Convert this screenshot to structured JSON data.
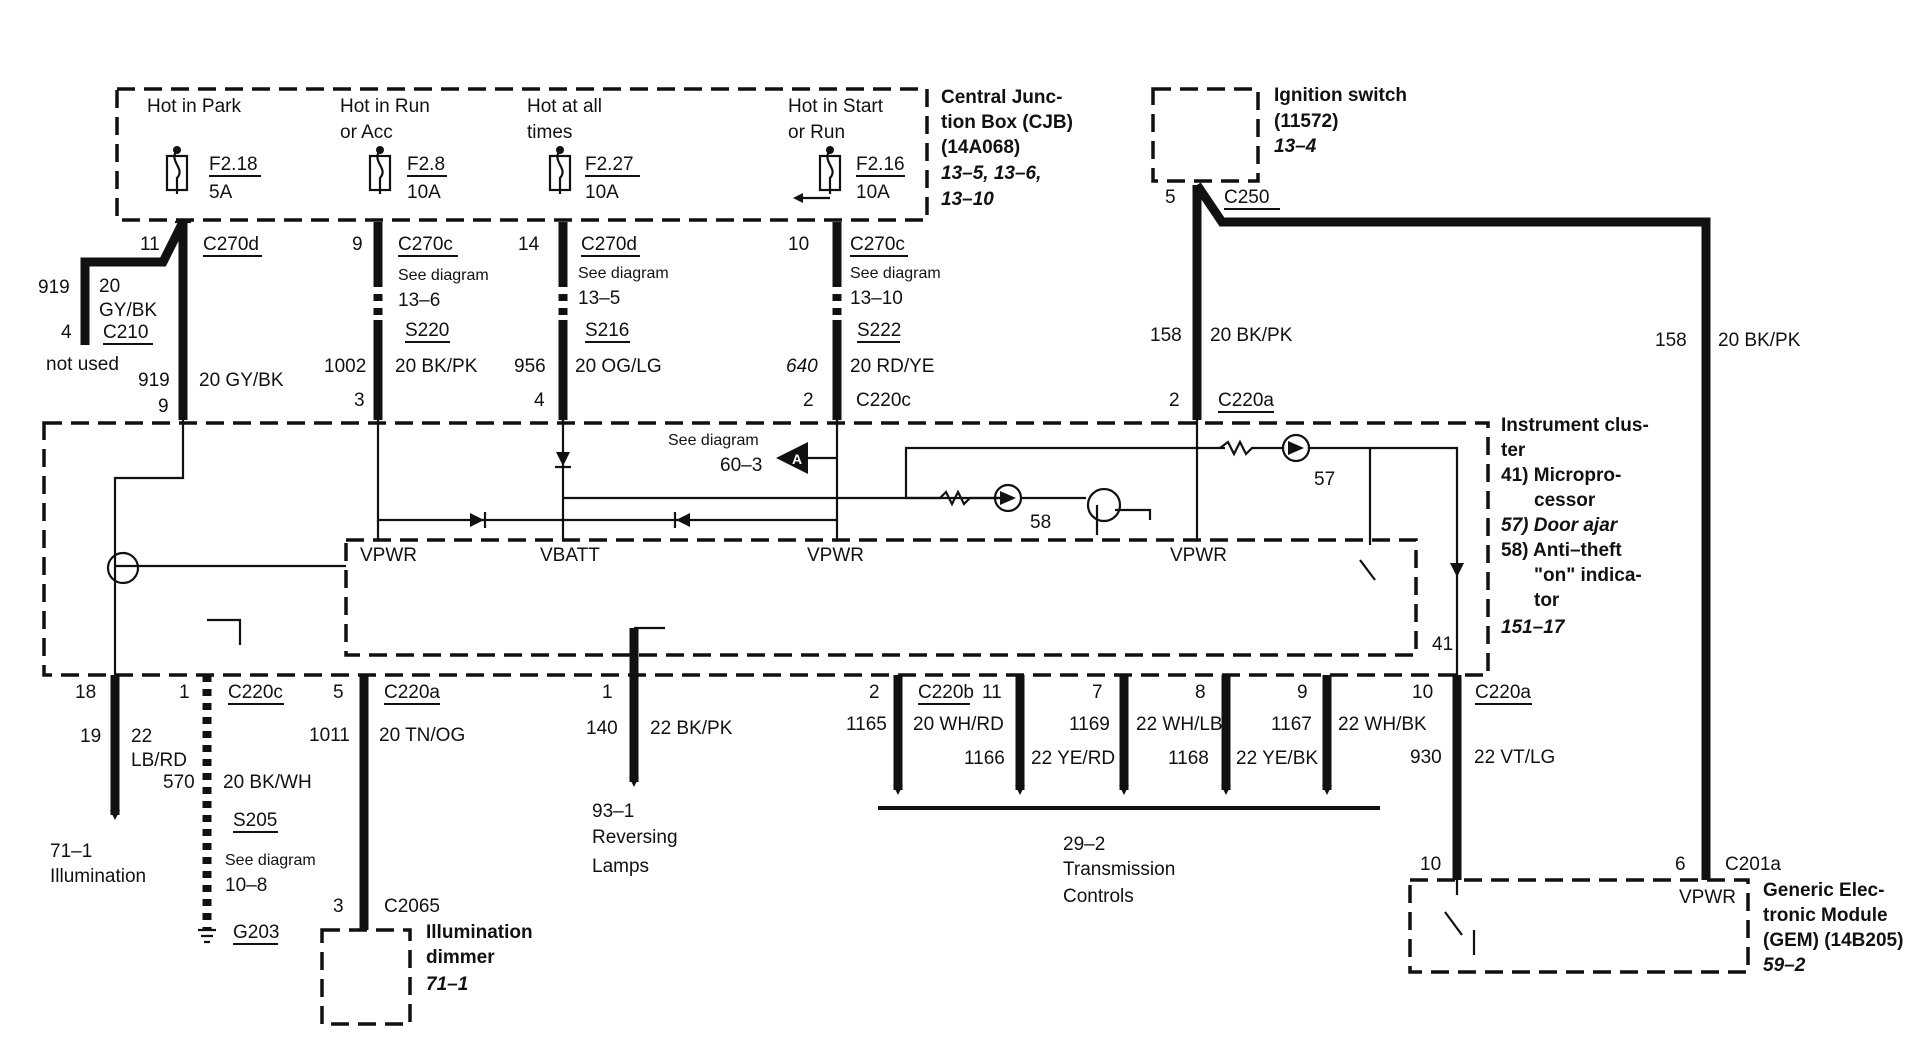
{
  "cjb": {
    "label_lines": [
      "Central Junc-",
      "tion Box (CJB)",
      "(14A068)"
    ],
    "refs_lines": [
      "13–5, 13–6,",
      "13–10"
    ],
    "fuses": [
      {
        "hot_lines": [
          "Hot in Park"
        ],
        "name": "F2.18",
        "amps": "5A"
      },
      {
        "hot_lines": [
          "Hot in Run",
          "or Acc"
        ],
        "name": "F2.8",
        "amps": "10A"
      },
      {
        "hot_lines": [
          "Hot at all",
          "times"
        ],
        "name": "F2.27",
        "amps": "10A"
      },
      {
        "hot_lines": [
          "Hot in Start",
          "or Run"
        ],
        "name": "F2.16",
        "amps": "10A"
      }
    ]
  },
  "ignition": {
    "label_lines": [
      "Ignition switch",
      "(11572)"
    ],
    "ref": "13–4"
  },
  "upper_circuits": [
    {
      "pin_top": "11",
      "conn_top": "C270d",
      "wire": "919",
      "gauge_color": "20 GY/BK",
      "pin_bottom": "9"
    },
    {
      "pin_top": "9",
      "conn_top": "C270c",
      "see_lines": [
        "See diagram",
        "13–6"
      ],
      "splice": "S220",
      "wire": "1002",
      "gauge_color": "20 BK/PK",
      "pin_bottom": "3"
    },
    {
      "pin_top": "14",
      "conn_top": "C270d",
      "see_lines": [
        "See diagram",
        "13–5"
      ],
      "splice": "S216",
      "wire": "956",
      "gauge_color": "20 OG/LG",
      "pin_bottom": "4"
    },
    {
      "pin_top": "10",
      "conn_top": "C270c",
      "see_lines": [
        "See diagram",
        "13–10"
      ],
      "splice": "S222",
      "wire": "640",
      "gauge_color": "20 RD/YE",
      "pin_bottom": "2",
      "conn_bottom": "C220c"
    }
  ],
  "branch_919": {
    "wire": "919",
    "gauge": "20",
    "color": "GY/BK",
    "pin": "4",
    "conn": "C210",
    "note": "not used"
  },
  "ign_circuit": {
    "pin_top": "5",
    "conn_top": "C250",
    "wire": "158",
    "gauge_color": "20 BK/PK",
    "pin_bottom": "2",
    "conn_bottom": "C220a"
  },
  "gem_feed": {
    "wire": "158",
    "gauge_color": "20 BK/PK",
    "pin": "6",
    "conn": "C201a"
  },
  "cluster": {
    "label_lines": [
      "Instrument clus-",
      "ter",
      "41)  Micropro-",
      "cessor",
      "57)  Door ajar",
      "58)  Anti–theft",
      "\"on\" indica-",
      "tor"
    ],
    "ref": "151–17",
    "see_lines": [
      "See diagram",
      "60–3"
    ],
    "arrow_letter": "A",
    "pins": [
      "VPWR",
      "VBATT",
      "VPWR",
      "VPWR"
    ],
    "num_57": "57",
    "num_58": "58",
    "num_41": "41"
  },
  "lower_circuits": [
    {
      "pin": "18",
      "wire": "19",
      "gauge": "22",
      "color": "LB/RD",
      "dest_lines": [
        "71–1",
        "Illumination"
      ]
    },
    {
      "pin": "1",
      "conn": "C220c",
      "wire": "570",
      "gauge_color": "20 BK/WH",
      "splice": "S205",
      "see_lines": [
        "See diagram",
        "10–8"
      ],
      "ground": "G203"
    },
    {
      "pin": "5",
      "conn": "C220a",
      "wire": "1011",
      "gauge_color": "20 TN/OG",
      "dest_pin": "3",
      "dest_conn": "C2065"
    },
    {
      "pin": "1",
      "wire": "140",
      "gauge_color": "22 BK/PK",
      "dest_lines": [
        "93–1",
        "Reversing",
        "Lamps"
      ]
    },
    {
      "pin": "2",
      "conn": "C220b",
      "wire": "1165",
      "gauge_color": "20 WH/RD"
    },
    {
      "pin": "11",
      "wire": "1166",
      "gauge_color": "22 YE/RD"
    },
    {
      "pin": "7",
      "wire": "1169",
      "gauge_color": "22 WH/LB"
    },
    {
      "pin": "8",
      "wire": "1168",
      "gauge_color": "22 YE/BK"
    },
    {
      "pin": "9",
      "wire": "1167",
      "gauge_color": "22 WH/BK"
    },
    {
      "pin": "10",
      "conn": "C220a",
      "wire": "930",
      "gauge_color": "22 VT/LG",
      "gem_pin": "10"
    }
  ],
  "trans": {
    "lines": [
      "29–2",
      "Transmission",
      "Controls"
    ]
  },
  "dimmer": {
    "label_lines": [
      "Illumination",
      "dimmer"
    ],
    "ref": "71–1"
  },
  "gem": {
    "label_lines": [
      "Generic Elec-",
      "tronic Module",
      "(GEM) (14B205)"
    ],
    "ref": "59–2",
    "pin": "VPWR"
  }
}
